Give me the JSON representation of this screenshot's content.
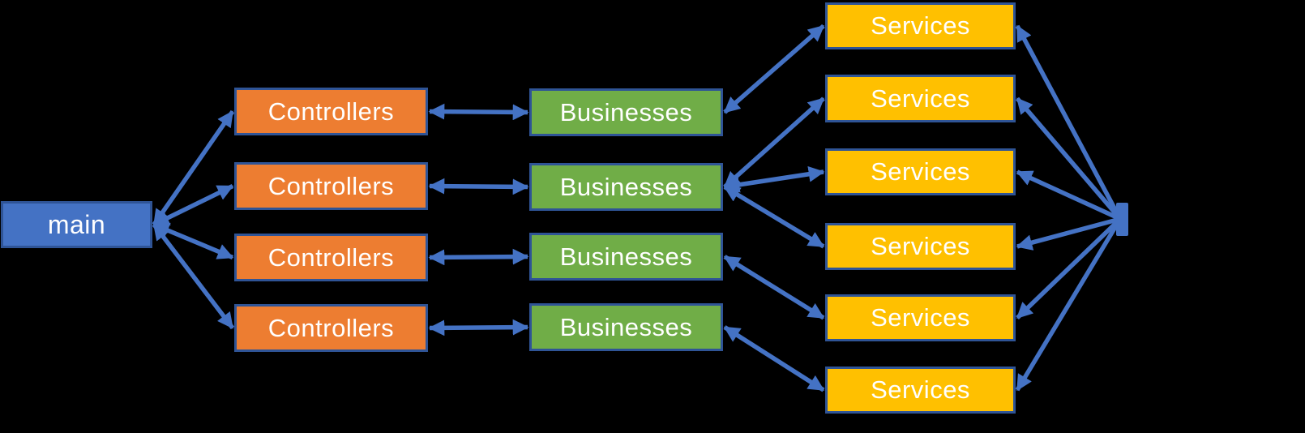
{
  "diagram": {
    "description": "Layered architecture diagram: main to Controllers to Businesses to Services converging to a hub point",
    "colors": {
      "background": "#000000",
      "arrow": "#4472C4",
      "node_border": "#2F5496",
      "main_fill": "#4472C4",
      "controllers_fill": "#ED7D31",
      "businesses_fill": "#70AD47",
      "services_fill": "#FFC000",
      "label_text": "#FFFFFF"
    },
    "nodes": [
      {
        "id": "main",
        "label": "main",
        "group": "main"
      },
      {
        "id": "controllers-1",
        "label": "Controllers",
        "group": "controllers"
      },
      {
        "id": "controllers-2",
        "label": "Controllers",
        "group": "controllers"
      },
      {
        "id": "controllers-3",
        "label": "Controllers",
        "group": "controllers"
      },
      {
        "id": "controllers-4",
        "label": "Controllers",
        "group": "controllers"
      },
      {
        "id": "businesses-1",
        "label": "Businesses",
        "group": "businesses"
      },
      {
        "id": "businesses-2",
        "label": "Businesses",
        "group": "businesses"
      },
      {
        "id": "businesses-3",
        "label": "Businesses",
        "group": "businesses"
      },
      {
        "id": "businesses-4",
        "label": "Businesses",
        "group": "businesses"
      },
      {
        "id": "services-1",
        "label": "Services",
        "group": "services"
      },
      {
        "id": "services-2",
        "label": "Services",
        "group": "services"
      },
      {
        "id": "services-3",
        "label": "Services",
        "group": "services"
      },
      {
        "id": "services-4",
        "label": "Services",
        "group": "services"
      },
      {
        "id": "services-5",
        "label": "Services",
        "group": "services"
      },
      {
        "id": "services-6",
        "label": "Services",
        "group": "services"
      }
    ],
    "edges": [
      {
        "from": "main",
        "to": "controllers-1",
        "style": "double"
      },
      {
        "from": "main",
        "to": "controllers-2",
        "style": "double"
      },
      {
        "from": "main",
        "to": "controllers-3",
        "style": "double"
      },
      {
        "from": "main",
        "to": "controllers-4",
        "style": "double"
      },
      {
        "from": "controllers-1",
        "to": "businesses-1",
        "style": "double"
      },
      {
        "from": "controllers-2",
        "to": "businesses-2",
        "style": "double"
      },
      {
        "from": "controllers-3",
        "to": "businesses-3",
        "style": "double"
      },
      {
        "from": "controllers-4",
        "to": "businesses-4",
        "style": "double"
      },
      {
        "from": "businesses-1",
        "to": "services-1",
        "style": "double"
      },
      {
        "from": "businesses-2",
        "to": "services-2",
        "style": "double"
      },
      {
        "from": "businesses-2",
        "to": "services-3",
        "style": "double"
      },
      {
        "from": "businesses-2",
        "to": "services-4",
        "style": "double"
      },
      {
        "from": "businesses-3",
        "to": "services-5",
        "style": "double"
      },
      {
        "from": "businesses-4",
        "to": "services-6",
        "style": "double"
      },
      {
        "from": "hub",
        "to": "services-1",
        "style": "single"
      },
      {
        "from": "hub",
        "to": "services-2",
        "style": "single"
      },
      {
        "from": "hub",
        "to": "services-3",
        "style": "single"
      },
      {
        "from": "hub",
        "to": "services-4",
        "style": "single"
      },
      {
        "from": "hub",
        "to": "services-5",
        "style": "single"
      },
      {
        "from": "hub",
        "to": "services-6",
        "style": "single"
      }
    ]
  }
}
